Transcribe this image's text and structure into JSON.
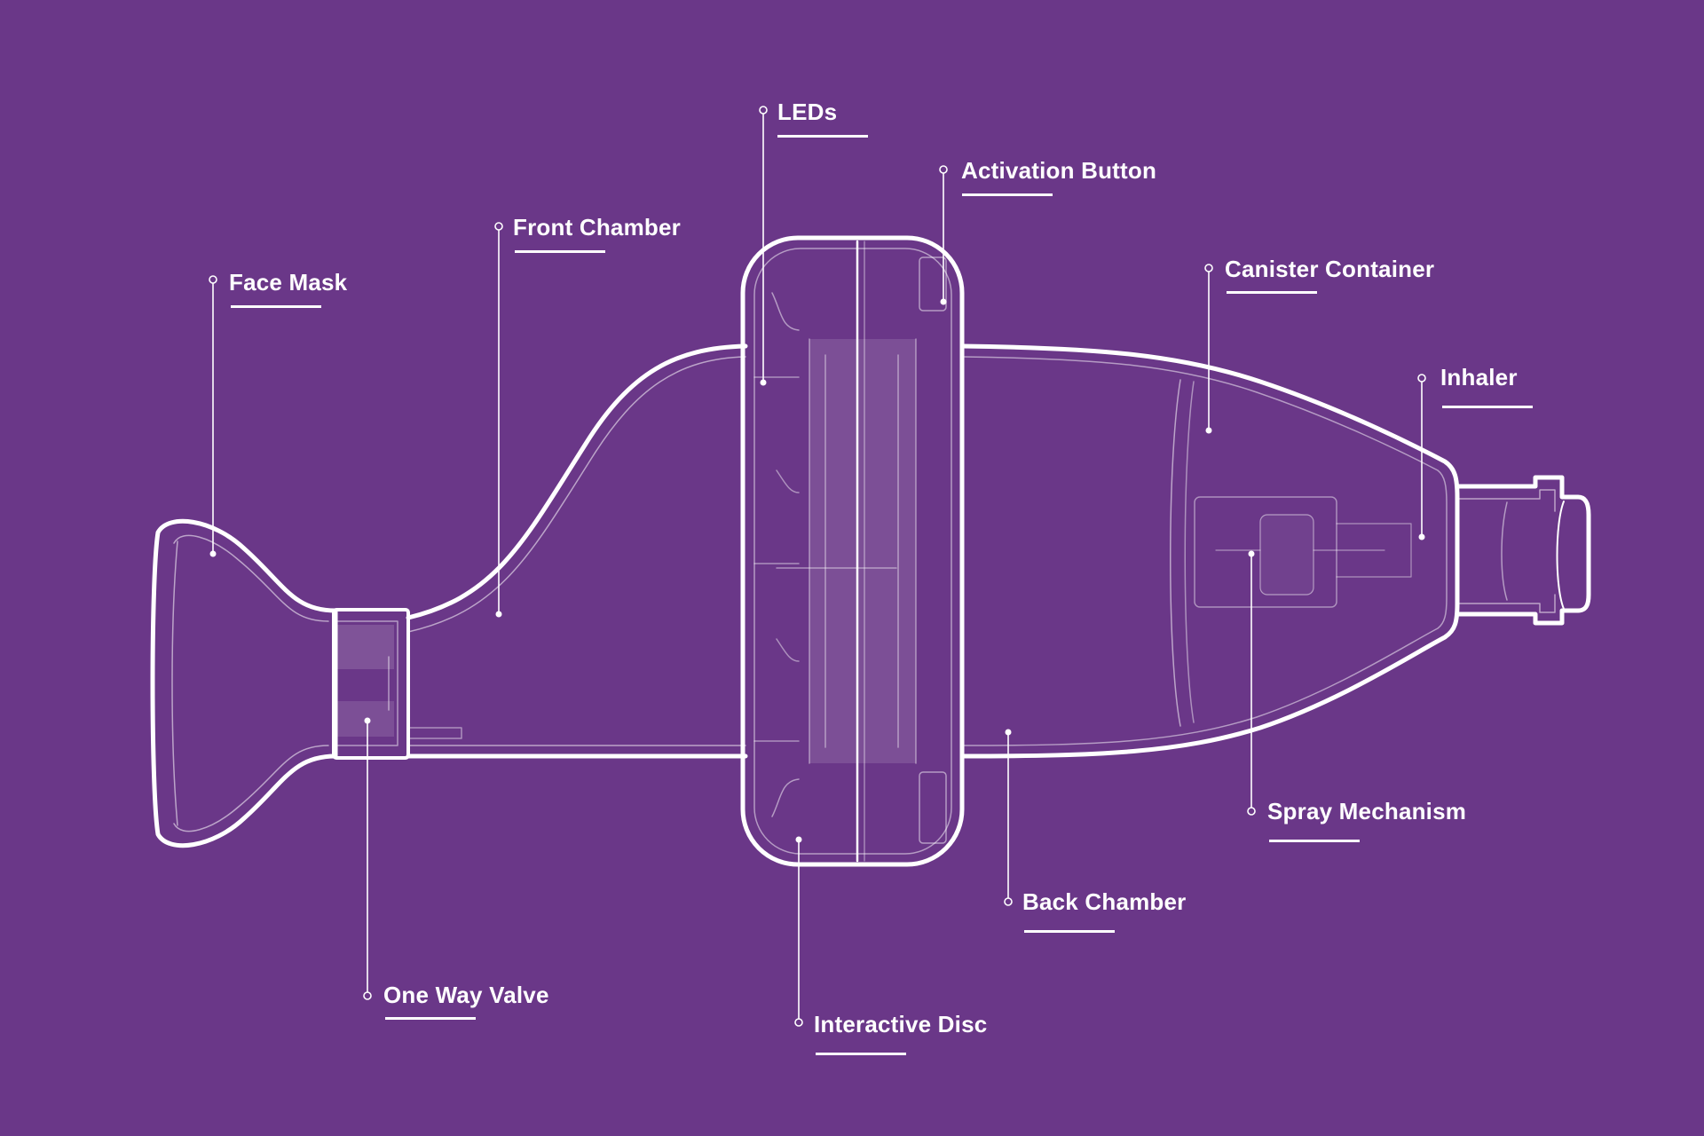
{
  "colors": {
    "background": "#6a3788",
    "line": "#ffffff"
  },
  "labels": {
    "leds": "LEDs",
    "activation_button": "Activation Button",
    "front_chamber": "Front Chamber",
    "face_mask": "Face Mask",
    "canister_container": "Canister Container",
    "inhaler": "Inhaler",
    "spray_mechanism": "Spray Mechanism",
    "back_chamber": "Back Chamber",
    "one_way_valve": "One Way Valve",
    "interactive_disc": "Interactive Disc"
  }
}
